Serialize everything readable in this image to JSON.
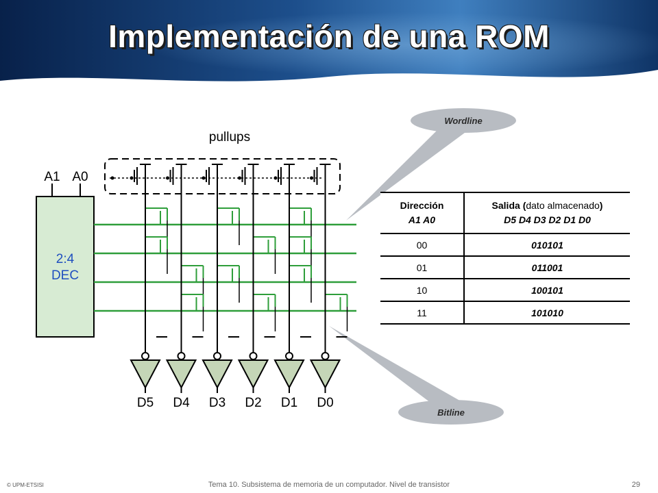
{
  "title": "Implementación de una ROM",
  "circuit": {
    "pullups_label": "pullups",
    "decoder_inputs": [
      "A1",
      "A0"
    ],
    "decoder_label": [
      "2:4",
      "DEC"
    ],
    "outputs": [
      "D5",
      "D4",
      "D3",
      "D2",
      "D1",
      "D0"
    ]
  },
  "callouts": {
    "wordline": "Wordline",
    "bitline": "Bitline"
  },
  "table": {
    "header_address": "Dirección",
    "header_address_sub": "A1 A0",
    "header_output_prefix": "Salida",
    "header_output_paren_open": "(",
    "header_output_note": "dato almacenado",
    "header_output_paren_close": ")",
    "header_output_sub": "D5 D4 D3 D2 D1 D0",
    "rows": [
      {
        "address": "00",
        "data": "010101"
      },
      {
        "address": "01",
        "data": "011001"
      },
      {
        "address": "10",
        "data": "100101"
      },
      {
        "address": "11",
        "data": "101010"
      }
    ]
  },
  "footer": {
    "copyright": "© UPM-ETSISI",
    "subject": "Tema 10. Subsistema de memoria de un computador. Nivel de transistor",
    "page": "29"
  },
  "colors": {
    "banner_dark": "#0b2a55",
    "banner_light": "#3f7fbf",
    "wordline": "#2e9e3a",
    "decoder_fill": "#d7ebd3",
    "decoder_text": "#1f4fbf",
    "buffer_fill": "#c5d6b7",
    "callout": "#b8bcc2"
  }
}
